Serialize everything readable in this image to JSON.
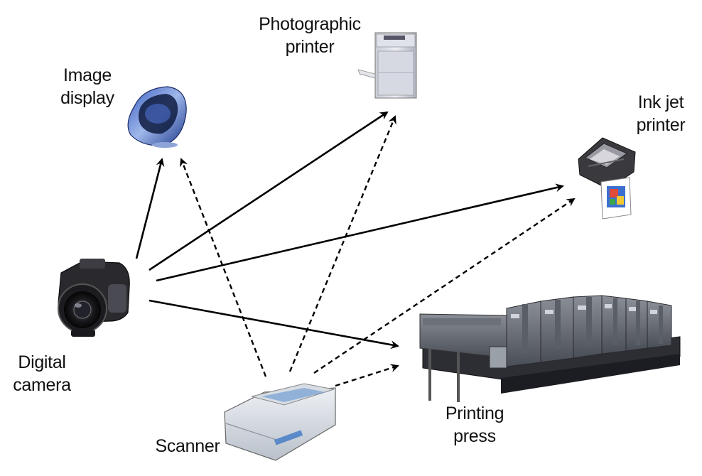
{
  "diagram": {
    "nodes": {
      "photographic_printer": {
        "lines": [
          "Photographic",
          "printer"
        ],
        "icon": "photographic-printer-icon"
      },
      "image_display": {
        "lines": [
          "Image",
          "display"
        ],
        "icon": "monitor-icon"
      },
      "ink_jet_printer": {
        "lines": [
          "Ink jet",
          "printer"
        ],
        "icon": "inkjet-printer-icon"
      },
      "digital_camera": {
        "lines": [
          "Digital",
          "camera"
        ],
        "icon": "camera-icon"
      },
      "scanner": {
        "lines": [
          "Scanner"
        ],
        "icon": "scanner-icon"
      },
      "printing_press": {
        "lines": [
          "Printing",
          "press"
        ],
        "icon": "printing-press-icon"
      }
    },
    "edges": [
      {
        "from": "digital_camera",
        "to": "image_display",
        "style": "solid"
      },
      {
        "from": "digital_camera",
        "to": "photographic_printer",
        "style": "solid"
      },
      {
        "from": "digital_camera",
        "to": "ink_jet_printer",
        "style": "solid"
      },
      {
        "from": "digital_camera",
        "to": "printing_press",
        "style": "solid"
      },
      {
        "from": "scanner",
        "to": "image_display",
        "style": "dashed"
      },
      {
        "from": "scanner",
        "to": "photographic_printer",
        "style": "dashed"
      },
      {
        "from": "scanner",
        "to": "ink_jet_printer",
        "style": "dashed"
      },
      {
        "from": "scanner",
        "to": "printing_press",
        "style": "dashed"
      }
    ]
  }
}
